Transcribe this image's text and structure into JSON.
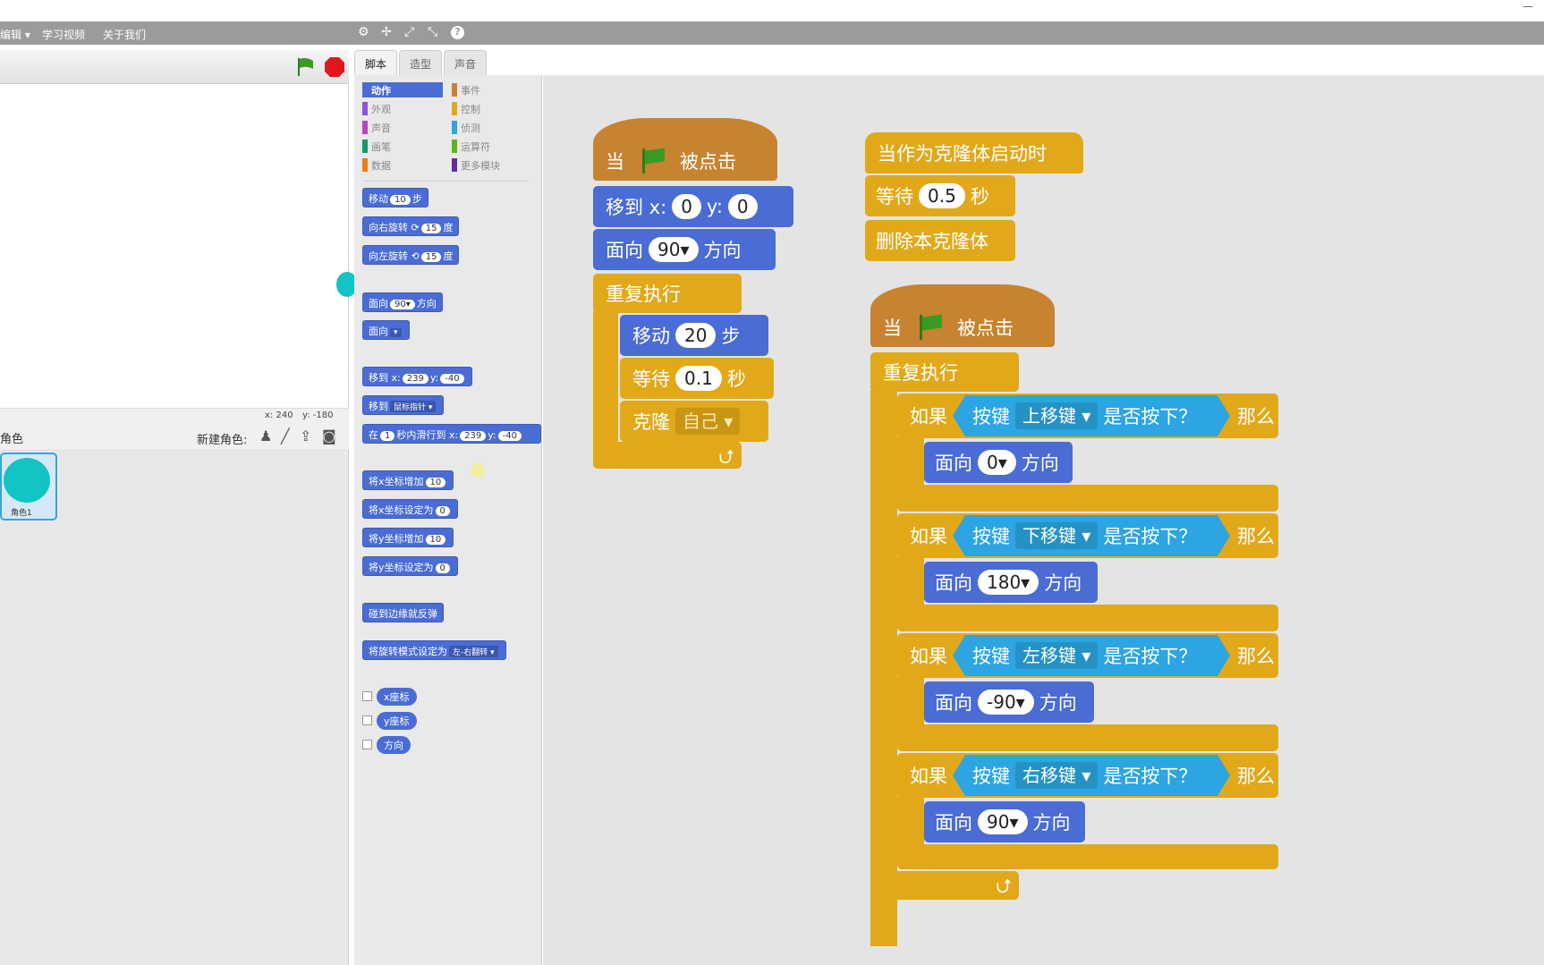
{
  "window": {
    "minimize_label": "—"
  },
  "menubar": {
    "items": [
      "编辑 ▾",
      "学习视频",
      "关于我们"
    ],
    "tools": [
      "⚙",
      "✢",
      "⤢",
      "⤡",
      "?"
    ]
  },
  "stage": {
    "coords_x": "x: 240",
    "coords_y": "y: -180"
  },
  "sprites": {
    "header": "角色",
    "new_sprite_label": "新建角色:",
    "items": [
      {
        "name": "角色1"
      }
    ]
  },
  "tabs": [
    "脚本",
    "造型",
    "声音"
  ],
  "palette": {
    "categories_left": [
      "动作",
      "外观",
      "声音",
      "画笔",
      "数据"
    ],
    "categories_right": [
      "事件",
      "控制",
      "侦测",
      "运算符",
      "更多模块"
    ],
    "category_colors_left": [
      "#4a6cd4",
      "#8a55d7",
      "#bb42c3",
      "#0e9a6c",
      "#ee7d16"
    ],
    "category_colors_right": [
      "#c88330",
      "#e1a91a",
      "#2ca5e2",
      "#5cb712",
      "#632d99"
    ],
    "blocks": {
      "move": [
        "移动",
        "10",
        "步"
      ],
      "turn_right": [
        "向右旋转",
        "⟳",
        "15",
        "度"
      ],
      "turn_left": [
        "向左旋转",
        "⟲",
        "15",
        "度"
      ],
      "point_dir": [
        "面向",
        "90▾",
        "方向"
      ],
      "point_towards": [
        "面向",
        "▾"
      ],
      "goto_xy": [
        "移到 x:",
        "239",
        "y:",
        "-40"
      ],
      "goto": [
        "移到",
        "鼠标指针 ▾"
      ],
      "glide": [
        "在",
        "1",
        "秒内滑行到 x:",
        "239",
        "y:",
        "-40"
      ],
      "change_x": [
        "将x坐标增加",
        "10"
      ],
      "set_x": [
        "将x坐标设定为",
        "0"
      ],
      "change_y": [
        "将y坐标增加",
        "10"
      ],
      "set_y": [
        "将y坐标设定为",
        "0"
      ],
      "bounce": [
        "碰到边缘就反弹"
      ],
      "rotation_style": [
        "将旋转模式设定为",
        "左-右翻转 ▾"
      ],
      "reporters": [
        "x座标",
        "y座标",
        "方向"
      ]
    }
  },
  "script1": {
    "hat": [
      "当",
      "被点击"
    ],
    "goto": [
      "移到 x:",
      "0",
      "y:",
      "0"
    ],
    "point": [
      "面向",
      "90▾",
      "方向"
    ],
    "forever": "重复执行",
    "move": [
      "移动",
      "20",
      "步"
    ],
    "wait": [
      "等待",
      "0.1",
      "秒"
    ],
    "clone": [
      "克隆",
      "自己 ▾"
    ]
  },
  "script2": {
    "hat": "当作为克隆体启动时",
    "wait": [
      "等待",
      "0.5",
      "秒"
    ],
    "delete": "删除本克隆体"
  },
  "script3": {
    "hat": [
      "当",
      "被点击"
    ],
    "forever": "重复执行",
    "ifs": [
      {
        "if": "如果",
        "key_pre": "按键",
        "key": "上移键 ▾",
        "key_post": "是否按下？",
        "then": "那么",
        "face": "面向",
        "dir": "0▾",
        "dir_post": "方向"
      },
      {
        "if": "如果",
        "key_pre": "按键",
        "key": "下移键 ▾",
        "key_post": "是否按下？",
        "then": "那么",
        "face": "面向",
        "dir": "180▾",
        "dir_post": "方向"
      },
      {
        "if": "如果",
        "key_pre": "按键",
        "key": "左移键 ▾",
        "key_post": "是否按下？",
        "then": "那么",
        "face": "面向",
        "dir": "-90▾",
        "dir_post": "方向"
      },
      {
        "if": "如果",
        "key_pre": "按键",
        "key": "右移键 ▾",
        "key_post": "是否按下？",
        "then": "那么",
        "face": "面向",
        "dir": "90▾",
        "dir_post": "方向"
      }
    ]
  }
}
